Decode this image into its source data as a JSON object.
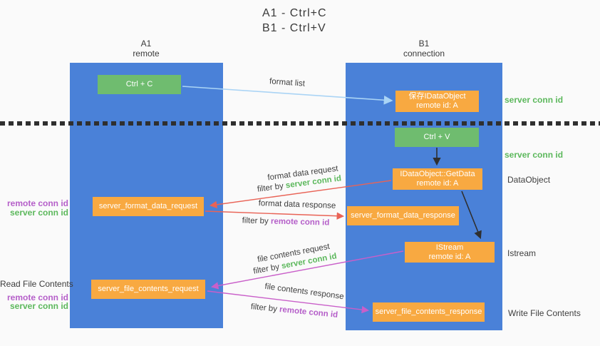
{
  "title": {
    "line1": "A1 - Ctrl+C",
    "line2": "B1 - Ctrl+V"
  },
  "lanes": {
    "a1": {
      "title": "A1",
      "subtitle": "remote"
    },
    "b1": {
      "title": "B1",
      "subtitle": "connection"
    }
  },
  "boxes": {
    "ctrl_c": {
      "label": "Ctrl + C"
    },
    "ctrl_v": {
      "label": "Ctrl + V"
    },
    "save_dataobject": {
      "line1": "保存IDataObject",
      "line2": "remote id: A"
    },
    "getdata": {
      "line1": "IDataObject::GetData",
      "line2": "remote id: A"
    },
    "istream": {
      "line1": "IStream",
      "line2": "remote id: A"
    },
    "server_format_data_request": {
      "label": "server_format_data_request"
    },
    "server_format_data_response": {
      "label": "server_format_data_response"
    },
    "server_file_contents_request": {
      "label": "server_file_contents_request"
    },
    "server_file_contents_response": {
      "label": "server_file_contents_response"
    }
  },
  "side_labels": {
    "server_conn_id_top": "server conn id",
    "server_conn_id_mid": "server conn id",
    "dataobject": "DataObject",
    "istream": "Istream",
    "write_file_contents": "Write File Contents",
    "read_file_contents": "Read File Contents",
    "left_format": {
      "remote": "remote conn id",
      "server": "server conn id"
    },
    "left_file": {
      "remote": "remote conn id",
      "server": "server conn id"
    }
  },
  "arrow_labels": {
    "format_list": "format list",
    "format_data_request": {
      "text": "format data request",
      "filter_prefix": "filter by ",
      "filter_value": "server conn id"
    },
    "format_data_response": {
      "text": "format data response",
      "filter_prefix": "filter by ",
      "filter_value": "remote conn id"
    },
    "file_contents_request": {
      "text": "file contents request",
      "filter_prefix": "filter by ",
      "filter_value": "server conn id"
    },
    "file_contents_response": {
      "text": "file contents response",
      "filter_prefix": "filter by ",
      "filter_value": "remote conn id"
    }
  },
  "colors": {
    "lane_blue": "#4a81d8",
    "box_green": "#6fbc6f",
    "box_orange": "#f8a941",
    "text_green": "#5cb85c",
    "text_purple": "#b55fc9",
    "arrow_red": "#e96356",
    "arrow_magenta": "#c95fc9",
    "arrow_lightblue": "#aad4f5",
    "arrow_black": "#2f2f2f"
  }
}
